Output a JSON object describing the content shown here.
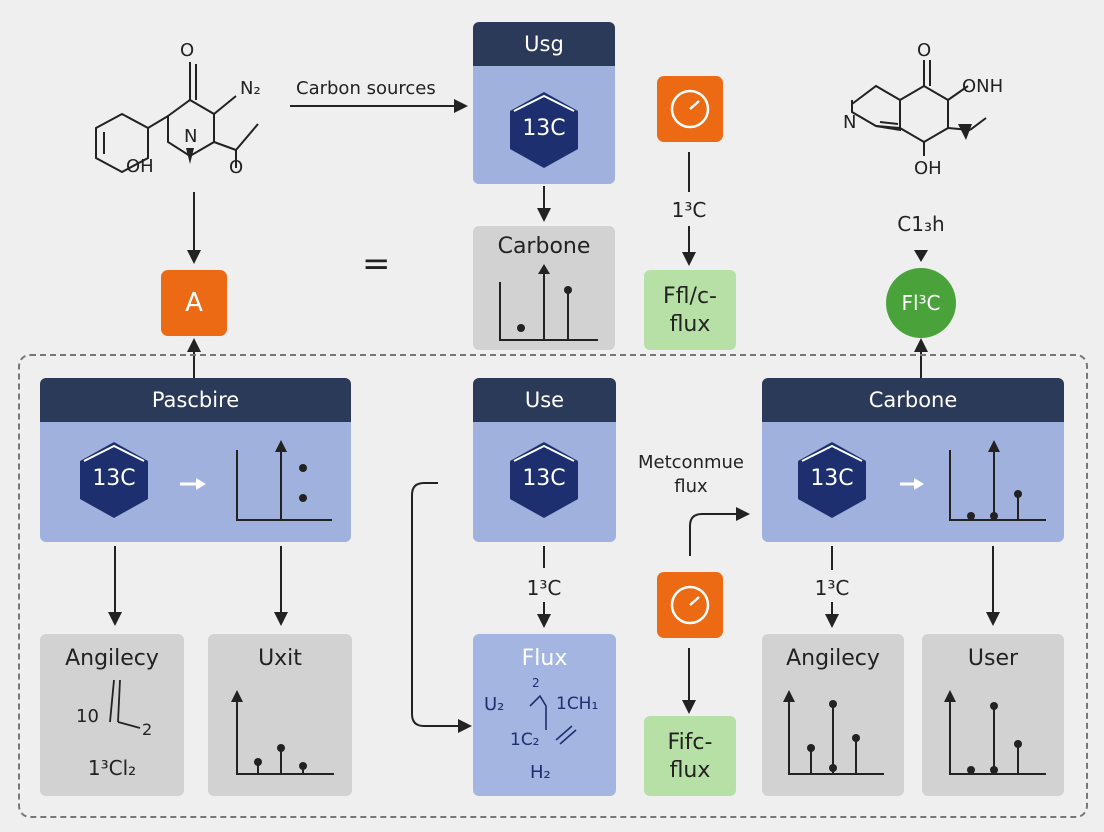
{
  "colors": {
    "navy": "#2c3a5a",
    "panel_blue": "#9fb1dc",
    "hex_blue": "#1d2f6f",
    "orange": "#ec6a13",
    "green_box": "#b7e0a6",
    "green_circle": "#4aa33a",
    "gray_box": "#d2d2d2",
    "background": "#efefef"
  },
  "top": {
    "molecule_left": {
      "o": "O",
      "amine": "N₂",
      "n": "N",
      "oh": "OH",
      "o2": "O"
    },
    "molecule_right": {
      "o": "O",
      "onh": "ONH",
      "n": "N",
      "oh": "OH"
    },
    "carbon_sources_label": "Carbon sources",
    "usg_card": {
      "title": "Usg",
      "hex": "13C"
    },
    "carbone_chart": {
      "title": "Carbone"
    },
    "arrow_label_13c": "1³C",
    "fflc_box": {
      "line1": "Ffl/c-",
      "line2": "flux"
    },
    "equals": "=",
    "a_box": "A",
    "c13h_label": "C1₃h",
    "green_circle_label": "Fl³C"
  },
  "bottom": {
    "pascbire_card": {
      "title": "Pascbire",
      "hex": "13C"
    },
    "use_card": {
      "title": "Use",
      "hex": "13C"
    },
    "metconmue_label": {
      "line1": "Metconmue",
      "line2": "flux"
    },
    "carbone_card": {
      "title": "Carbone",
      "hex": "13C"
    },
    "label_13c_mid": "1³C",
    "label_13c_right": "1³C",
    "angilecy_left": {
      "title": "Angilecy",
      "formula_a": "10",
      "formula_b": "2",
      "formula_c": "1³Cl₂"
    },
    "uxit": {
      "title": "Uxit"
    },
    "flux": {
      "title": "Flux",
      "u2": "U₂",
      "ch": "1CH₁",
      "c2": "1C₂",
      "h2": "H₂",
      "sup": "2"
    },
    "fifc": {
      "line1": "Fifc-",
      "line2": "flux"
    },
    "angilecy_right": {
      "title": "Angilecy"
    },
    "user": {
      "title": "User"
    }
  }
}
